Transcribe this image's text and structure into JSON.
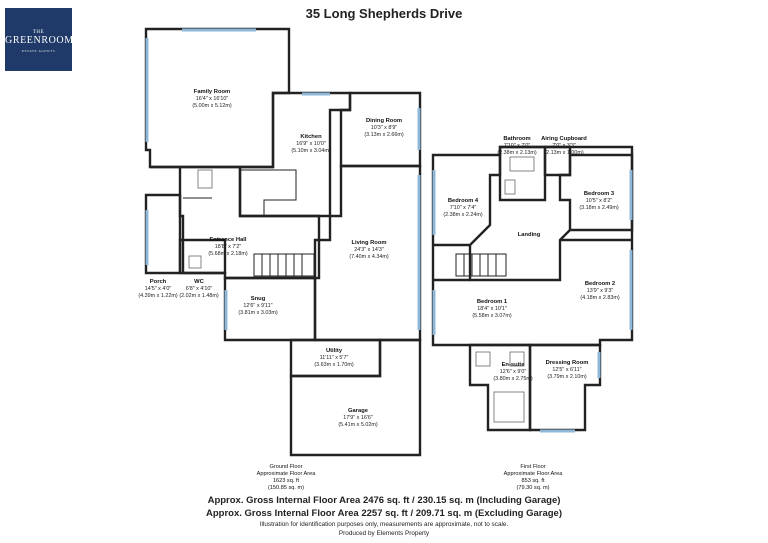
{
  "brand": {
    "line1": "THE",
    "line2": "GREENROOM",
    "line3": "ESTATE AGENTS"
  },
  "title": "35 Long Shepherds Drive",
  "rooms": {
    "family": {
      "name": "Family Room",
      "imperial": "16'4\" x 16'10\"",
      "metric": "(5.00m x 5.12m)"
    },
    "kitchen": {
      "name": "Kitchen",
      "imperial": "16'9\" x 10'0\"",
      "metric": "(5.10m x 3.04m)"
    },
    "dining": {
      "name": "Dining Room",
      "imperial": "10'3\" x 8'9\"",
      "metric": "(3.13m x 2.66m)"
    },
    "hall": {
      "name": "Entrance Hall",
      "imperial": "18'8\" x 7'2\"",
      "metric": "(5.68m x 2.18m)"
    },
    "living": {
      "name": "Living Room",
      "imperial": "24'3\" x 14'3\"",
      "metric": "(7.40m x 4.34m)"
    },
    "porch": {
      "name": "Porch",
      "imperial": "14'5\" x 4'0\"",
      "metric": "(4.39m x 1.22m)"
    },
    "wc": {
      "name": "WC",
      "imperial": "6'8\" x 4'10\"",
      "metric": "(2.02m x 1.48m)"
    },
    "snug": {
      "name": "Snug",
      "imperial": "12'6\" x 9'11\"",
      "metric": "(3.81m x 3.03m)"
    },
    "utility": {
      "name": "Utility",
      "imperial": "11'11\" x 5'7\"",
      "metric": "(3.63m x 1.70m)"
    },
    "garage": {
      "name": "Garage",
      "imperial": "17'9\" x 16'6\"",
      "metric": "(5.41m x 5.02m)"
    },
    "bathroom": {
      "name": "Bathroom",
      "imperial": "7'10\" x 7'0\"",
      "metric": "(2.38m x 2.13m)"
    },
    "airing": {
      "name": "Airing Cupboard",
      "imperial": "7'0\" x 3'3\"",
      "metric": "(2.13m x 1.00m)"
    },
    "bed4": {
      "name": "Bedroom 4",
      "imperial": "7'10\" x 7'4\"",
      "metric": "(2.38m x 2.24m)"
    },
    "bed3": {
      "name": "Bedroom 3",
      "imperial": "10'5\" x 8'2\"",
      "metric": "(3.18m x 2.49m)"
    },
    "landing": {
      "name": "Landing"
    },
    "bed2": {
      "name": "Bedroom 2",
      "imperial": "13'9\" x 9'3\"",
      "metric": "(4.18m x 2.83m)"
    },
    "bed1": {
      "name": "Bedroom 1",
      "imperial": "18'4\" x 10'1\"",
      "metric": "(5.58m x 3.07m)"
    },
    "ensuite": {
      "name": "En-suite",
      "imperial": "12'6\" x 9'0\"",
      "metric": "(3.80m x 2.75m)"
    },
    "dressing": {
      "name": "Dressing Room",
      "imperial": "12'5\" x 6'11\"",
      "metric": "(3.79m x 2.10m)"
    }
  },
  "floors": {
    "ground": {
      "line1": "Ground Floor",
      "line2": "Approximate Floor Area",
      "line3": "1623 sq. ft",
      "line4": "(150.85 sq. m)"
    },
    "first": {
      "line1": "First Floor",
      "line2": "Approximate Floor Area",
      "line3": "853 sq. ft",
      "line4": "(79.30 sq. m)"
    }
  },
  "footer": {
    "line1": "Approx. Gross Internal Floor Area 2476 sq. ft / 230.15 sq. m (Including Garage)",
    "line2": "Approx. Gross Internal Floor Area 2257 sq. ft / 209.71 sq. m (Excluding Garage)",
    "line3": "Illustration for identification purposes only, measurements are approximate, not to scale.",
    "line4": "Produced by Elements Property"
  },
  "colors": {
    "brand": "#1f3a68",
    "window": "#8fb8d8"
  }
}
